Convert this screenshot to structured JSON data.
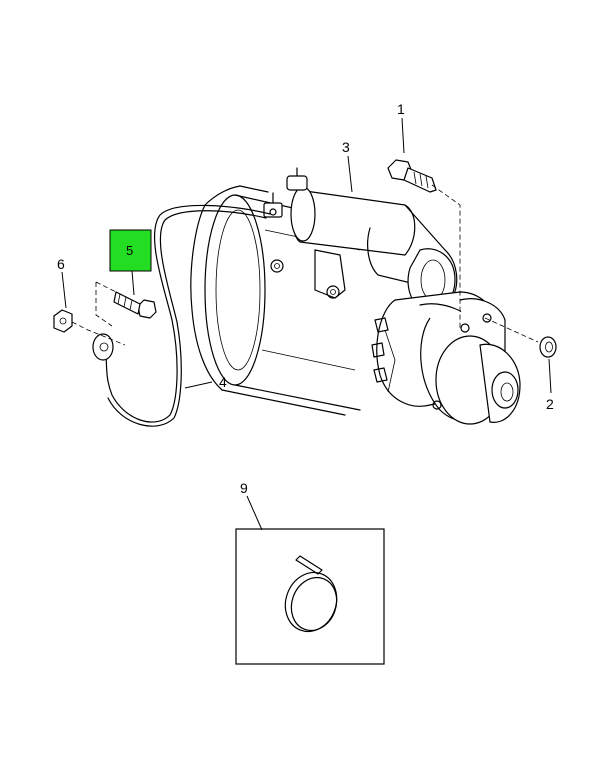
{
  "callouts": {
    "c1": "1",
    "c2": "2",
    "c3": "3",
    "c4": "4",
    "c5": "5",
    "c6": "6",
    "c9": "9"
  },
  "highlight": {
    "color": "#22dd22",
    "item": "5"
  }
}
